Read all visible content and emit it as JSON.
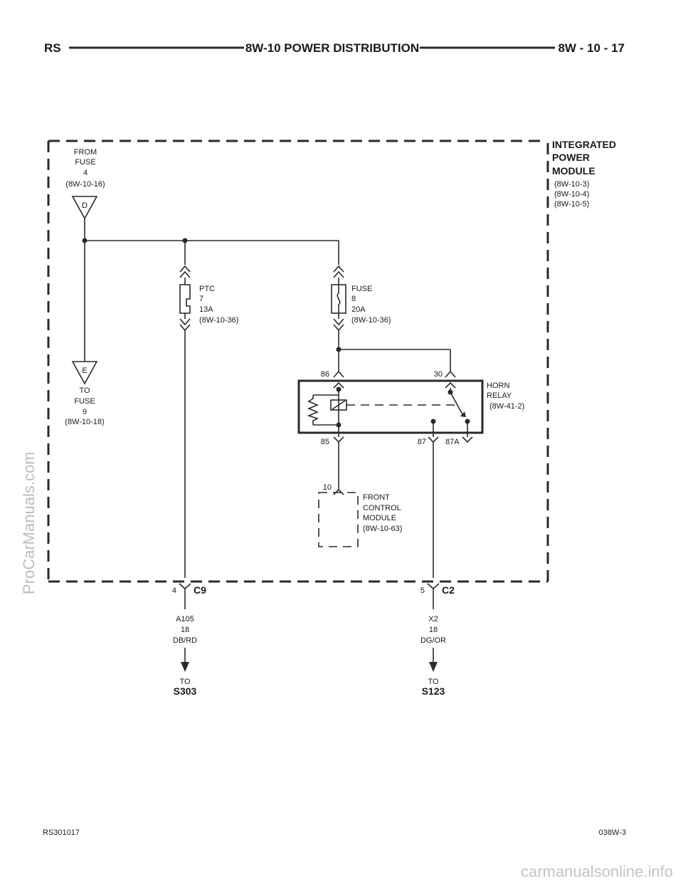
{
  "header": {
    "left": "RS",
    "center": "8W-10 POWER DISTRIBUTION",
    "right": "8W - 10 - 17"
  },
  "footer": {
    "left": "RS301017",
    "right": "038W-3"
  },
  "watermarks": {
    "side": "ProCarManuals.com",
    "bottom": "carmanualsonline.info"
  },
  "module": {
    "name_lines": [
      "INTEGRATED",
      "POWER",
      "MODULE"
    ],
    "refs": [
      "(8W-10-3)",
      "(8W-10-4)",
      "(8W-10-5)"
    ]
  },
  "from_connector": {
    "lines": [
      "FROM",
      "FUSE",
      "4",
      "(8W-10-16)"
    ],
    "letter": "D"
  },
  "to_connector": {
    "lines": [
      "TO",
      "FUSE",
      "9",
      "(8W-10-18)"
    ],
    "letter": "E"
  },
  "ptc": {
    "lines": [
      "PTC",
      "7",
      "13A",
      "(8W-10-36)"
    ]
  },
  "fuse": {
    "lines": [
      "FUSE",
      "8",
      "20A",
      "(8W-10-36)"
    ]
  },
  "relay": {
    "lines": [
      "HORN",
      "RELAY",
      "(8W-41-2)"
    ],
    "pins": {
      "p86": "86",
      "p30": "30",
      "p85": "85",
      "p87": "87",
      "p87a": "87A"
    }
  },
  "fcm": {
    "pin": "10",
    "lines": [
      "FRONT",
      "CONTROL",
      "MODULE",
      "(8W-10-63)"
    ]
  },
  "left_output": {
    "pin": "4",
    "connector": "C9",
    "wire_lines": [
      "A105",
      "18",
      "DB/RD"
    ],
    "to": "TO",
    "dest": "S303"
  },
  "right_output": {
    "pin": "5",
    "connector": "C2",
    "wire_lines": [
      "X2",
      "18",
      "DG/OR"
    ],
    "to": "TO",
    "dest": "S123"
  }
}
